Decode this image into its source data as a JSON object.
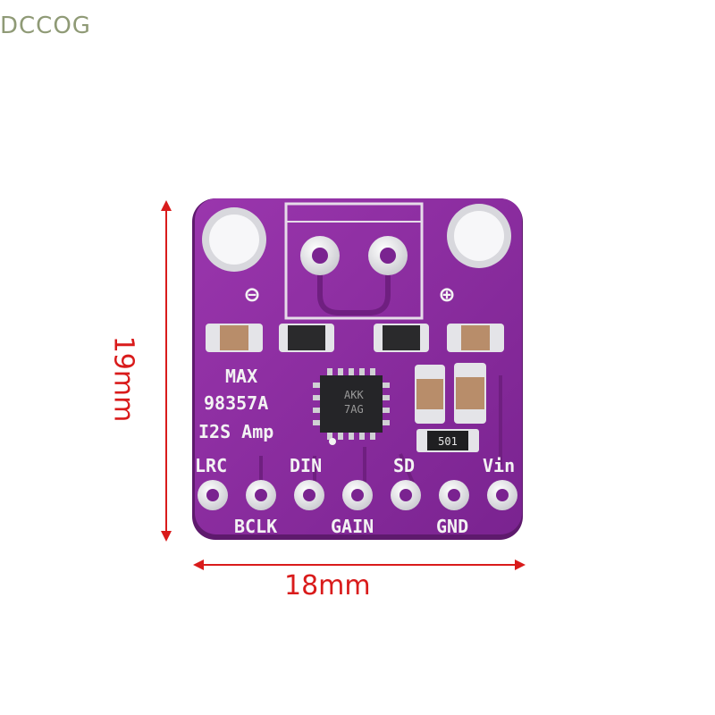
{
  "watermark": "DCCOG",
  "dimensions": {
    "width_label": "18mm",
    "height_label": "19mm"
  },
  "board": {
    "model_lines": [
      "MAX",
      "98357A",
      "I2S Amp"
    ],
    "chip_marking": [
      "AKK",
      "7AG"
    ],
    "resistor_marking": "501",
    "polarity_minus": "⊖",
    "polarity_plus": "⊕",
    "top_pins": [
      "LRC",
      "DIN",
      "SD",
      "Vin"
    ],
    "bottom_pins": [
      "BCLK",
      "GAIN",
      "GND"
    ]
  },
  "colors": {
    "board": "#8a2c9c",
    "board_edge": "#6f1f80",
    "pad": "#e8e8ec",
    "dimension": "#d91b1b"
  }
}
